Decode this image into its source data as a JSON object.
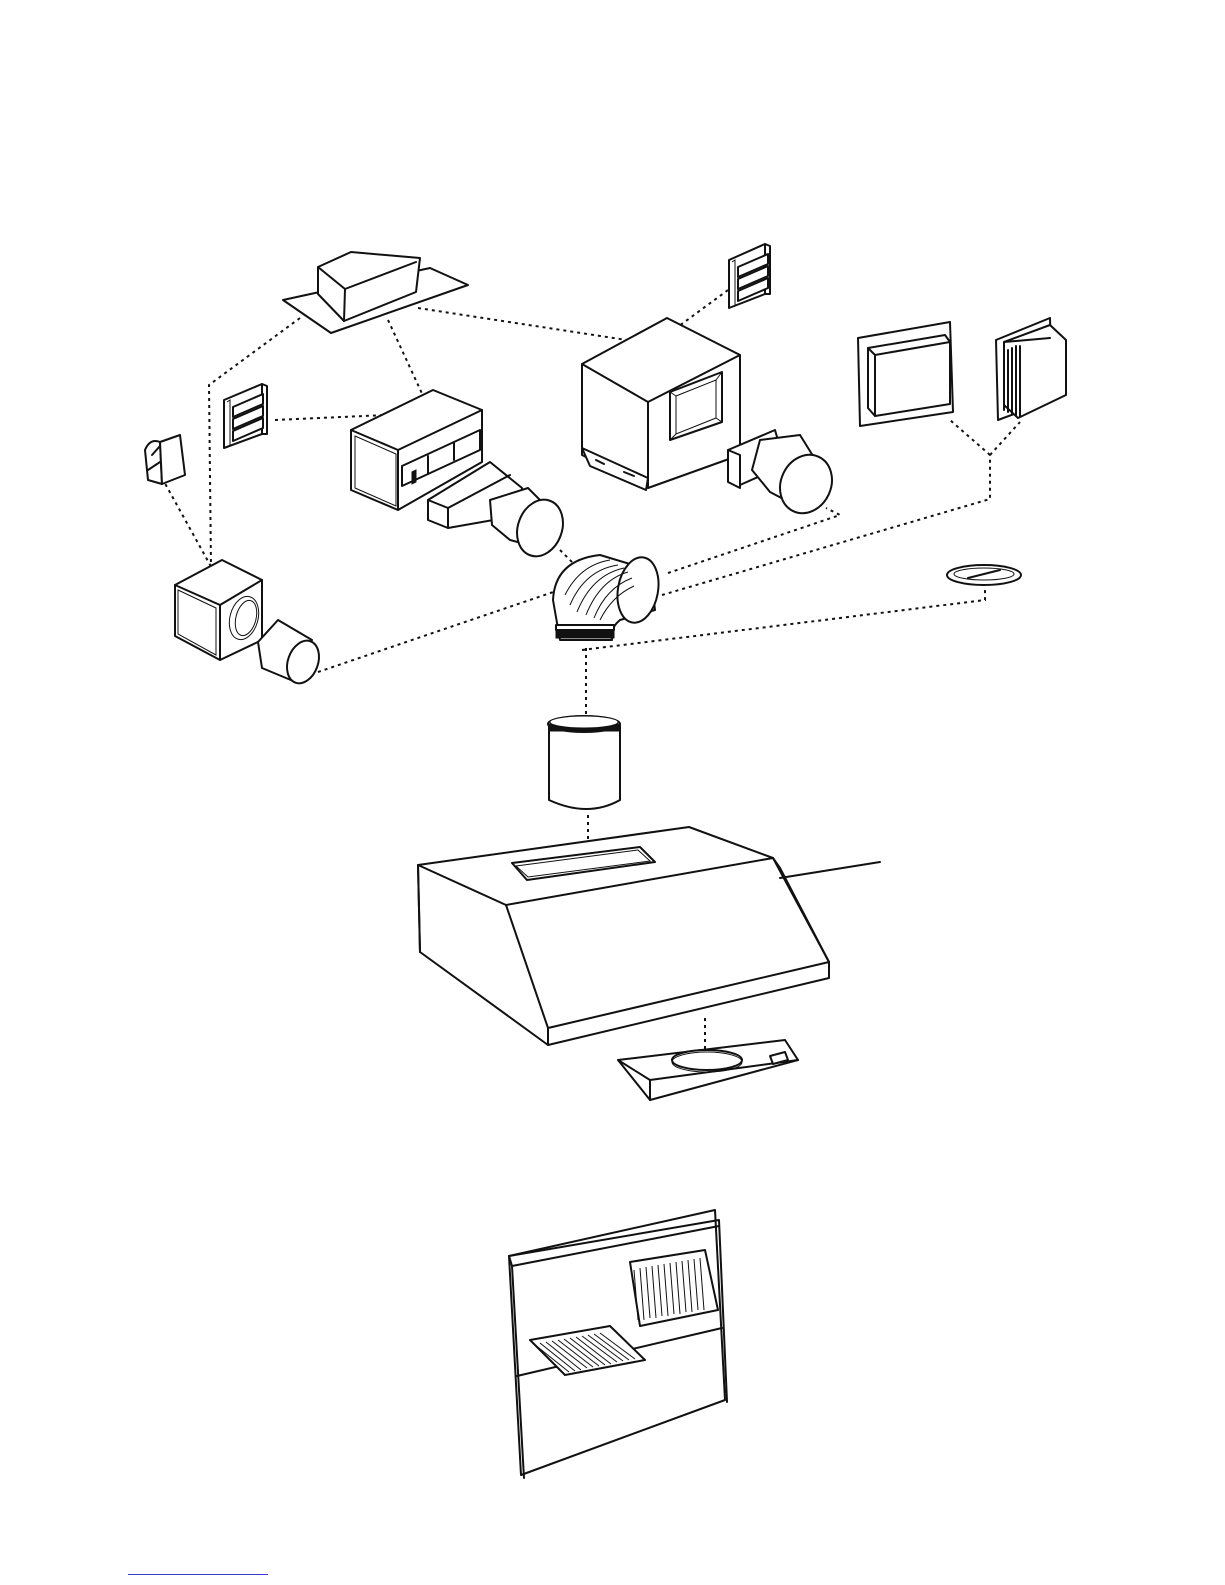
{
  "diagram": {
    "kind": "exploded-parts-illustration",
    "line_color": "#111111",
    "background": "#ffffff",
    "parts": [
      {
        "id": "roof-cap",
        "icon": "roof-cap-icon"
      },
      {
        "id": "wall-louver-cap-small-left",
        "icon": "louver-cap-icon"
      },
      {
        "id": "wall-louver-cap-small-top",
        "icon": "louver-cap-icon"
      },
      {
        "id": "wall-hood-cap",
        "icon": "wall-hood-icon"
      },
      {
        "id": "rectangular-duct-box",
        "icon": "duct-box-icon"
      },
      {
        "id": "rectangular-to-round-transition",
        "icon": "transition-icon"
      },
      {
        "id": "remote-blower-large",
        "icon": "blower-box-icon"
      },
      {
        "id": "remote-blower-small",
        "icon": "blower-box-icon"
      },
      {
        "id": "round-transition-right",
        "icon": "transition-icon"
      },
      {
        "id": "round-collar-left",
        "icon": "collar-icon"
      },
      {
        "id": "wall-plate",
        "icon": "wall-plate-icon"
      },
      {
        "id": "louvered-wall-cap",
        "icon": "louvered-wall-cap-icon"
      },
      {
        "id": "adjustable-elbow",
        "icon": "elbow-icon"
      },
      {
        "id": "damper-ring",
        "icon": "damper-icon"
      },
      {
        "id": "round-duct-section",
        "icon": "duct-pipe-icon"
      },
      {
        "id": "range-hood",
        "icon": "range-hood-icon"
      },
      {
        "id": "bottom-plate",
        "icon": "bottom-plate-icon"
      },
      {
        "id": "hood-with-filters",
        "icon": "filter-panel-icon"
      }
    ],
    "connectors": "dotted"
  },
  "footer": {
    "link_text": ""
  }
}
